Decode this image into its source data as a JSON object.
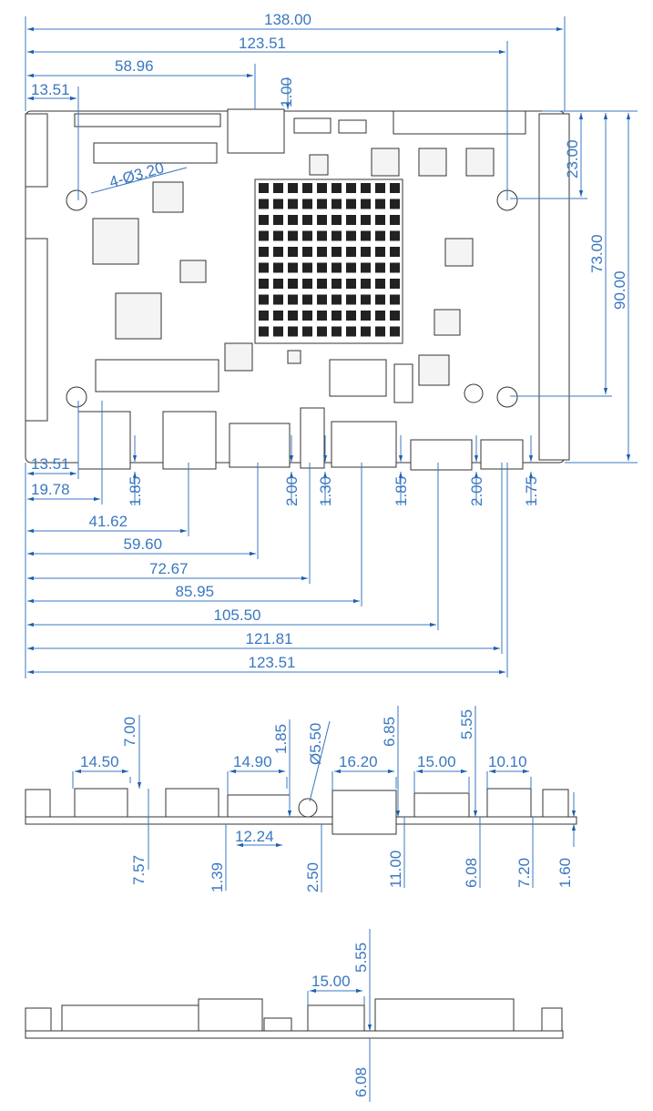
{
  "colors": {
    "dimension": "#3a78c0",
    "outline": "#333333"
  },
  "top_view": {
    "width_overall": "138.00",
    "hole_span_x": "123.51",
    "dim_58_96": "58.96",
    "dim_13_51_top": "13.51",
    "dim_1_00": "1.00",
    "hole_callout": "4-Ø3.20",
    "right_23_00": "23.00",
    "right_73_00": "73.00",
    "height_overall": "90.00",
    "bottom_dims": [
      "13.51",
      "19.78",
      "41.62",
      "59.60",
      "72.67",
      "85.95",
      "105.50",
      "121.81",
      "123.51"
    ],
    "protrusions": [
      "1.85",
      "2.00",
      "1.30",
      "1.85",
      "2.00",
      "1.75"
    ]
  },
  "front_view": {
    "usb_width": "14.50",
    "usb_gap": "7.00",
    "usb_height": "7.57",
    "sd_width": "14.90",
    "sd_offset": "1.85",
    "sd_inner": "12.24",
    "sd_height": "1.39",
    "audio_dia": "Ø5.50",
    "audio_height": "2.50",
    "rj45_width": "16.20",
    "rj45_offset": "6.85",
    "rj45_height": "11.00",
    "hdmi_width": "15.00",
    "hdmi_offset": "5.55",
    "hdmi_height": "6.08",
    "dc_width": "10.10",
    "dc_height": "7.20",
    "pcb_thickness": "1.60"
  },
  "rear_view": {
    "hdmi_width": "15.00",
    "hdmi_offset": "5.55",
    "hdmi_height": "6.08"
  }
}
